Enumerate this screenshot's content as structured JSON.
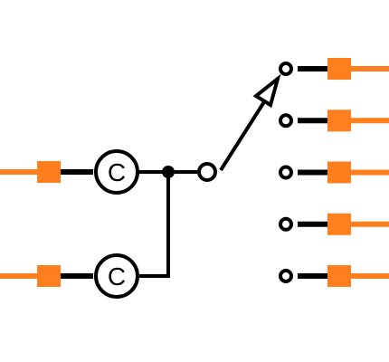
{
  "colors": {
    "lead": "#ff7f1f",
    "ink": "#000000",
    "background": "#ffffff"
  },
  "switch": {
    "type": "rotary-switch",
    "common_inputs": [
      {
        "label": "C"
      },
      {
        "label": "C"
      }
    ],
    "output_positions": 5,
    "selected_position": 1
  }
}
